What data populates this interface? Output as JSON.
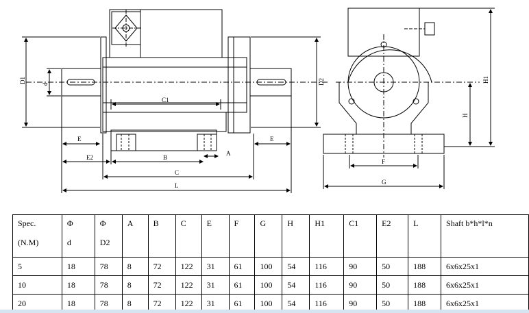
{
  "drawing": {
    "labels": {
      "D1": "D1",
      "d": "d",
      "D2": "D2",
      "C1": "C1",
      "E_left": "E",
      "E2": "E2",
      "B": "B",
      "A": "A",
      "C": "C",
      "L": "L",
      "E_right": "E",
      "H1": "H1",
      "H": "H",
      "F": "F",
      "G": "G"
    }
  },
  "spec_table": {
    "headers": [
      {
        "line1": "Spec.",
        "line2": "(N.M)"
      },
      {
        "line1": "Φ",
        "line2": "d"
      },
      {
        "line1": "Φ",
        "line2": "D2"
      },
      {
        "line1": "A",
        "line2": ""
      },
      {
        "line1": "B",
        "line2": ""
      },
      {
        "line1": "C",
        "line2": ""
      },
      {
        "line1": "E",
        "line2": ""
      },
      {
        "line1": "F",
        "line2": ""
      },
      {
        "line1": "G",
        "line2": ""
      },
      {
        "line1": "H",
        "line2": ""
      },
      {
        "line1": "H1",
        "line2": ""
      },
      {
        "line1": "C1",
        "line2": ""
      },
      {
        "line1": "E2",
        "line2": ""
      },
      {
        "line1": "L",
        "line2": ""
      },
      {
        "line1": "Shaft b*h*l*n",
        "line2": ""
      }
    ],
    "rows": [
      [
        "5",
        "18",
        "78",
        "8",
        "72",
        "122",
        "31",
        "61",
        "100",
        "54",
        "116",
        "90",
        "50",
        "188",
        "6x6x25x1"
      ],
      [
        "10",
        "18",
        "78",
        "8",
        "72",
        "122",
        "31",
        "61",
        "100",
        "54",
        "116",
        "90",
        "50",
        "188",
        "6x6x25x1"
      ],
      [
        "20",
        "18",
        "78",
        "8",
        "72",
        "122",
        "31",
        "61",
        "100",
        "54",
        "116",
        "90",
        "50",
        "188",
        "6x6x25x1"
      ]
    ]
  }
}
